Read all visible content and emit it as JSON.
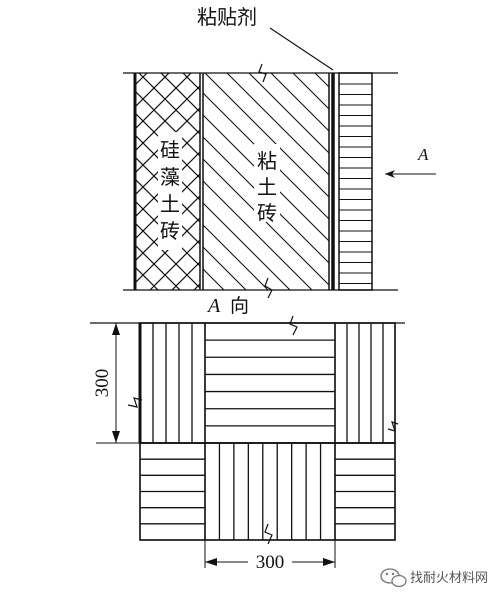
{
  "labels": {
    "adhesive": "粘贴剂",
    "diatomite_brick": [
      "硅",
      "藻",
      "土",
      "砖"
    ],
    "clay_brick": [
      "粘",
      "土",
      "砖"
    ],
    "view_arrow_letter": "A",
    "view_title_letter": "A",
    "view_title_suffix": "向",
    "dim_height": "300",
    "dim_width": "300",
    "watermark": "找耐火材料网"
  },
  "colors": {
    "ink": "#111111",
    "background": "#ffffff"
  }
}
